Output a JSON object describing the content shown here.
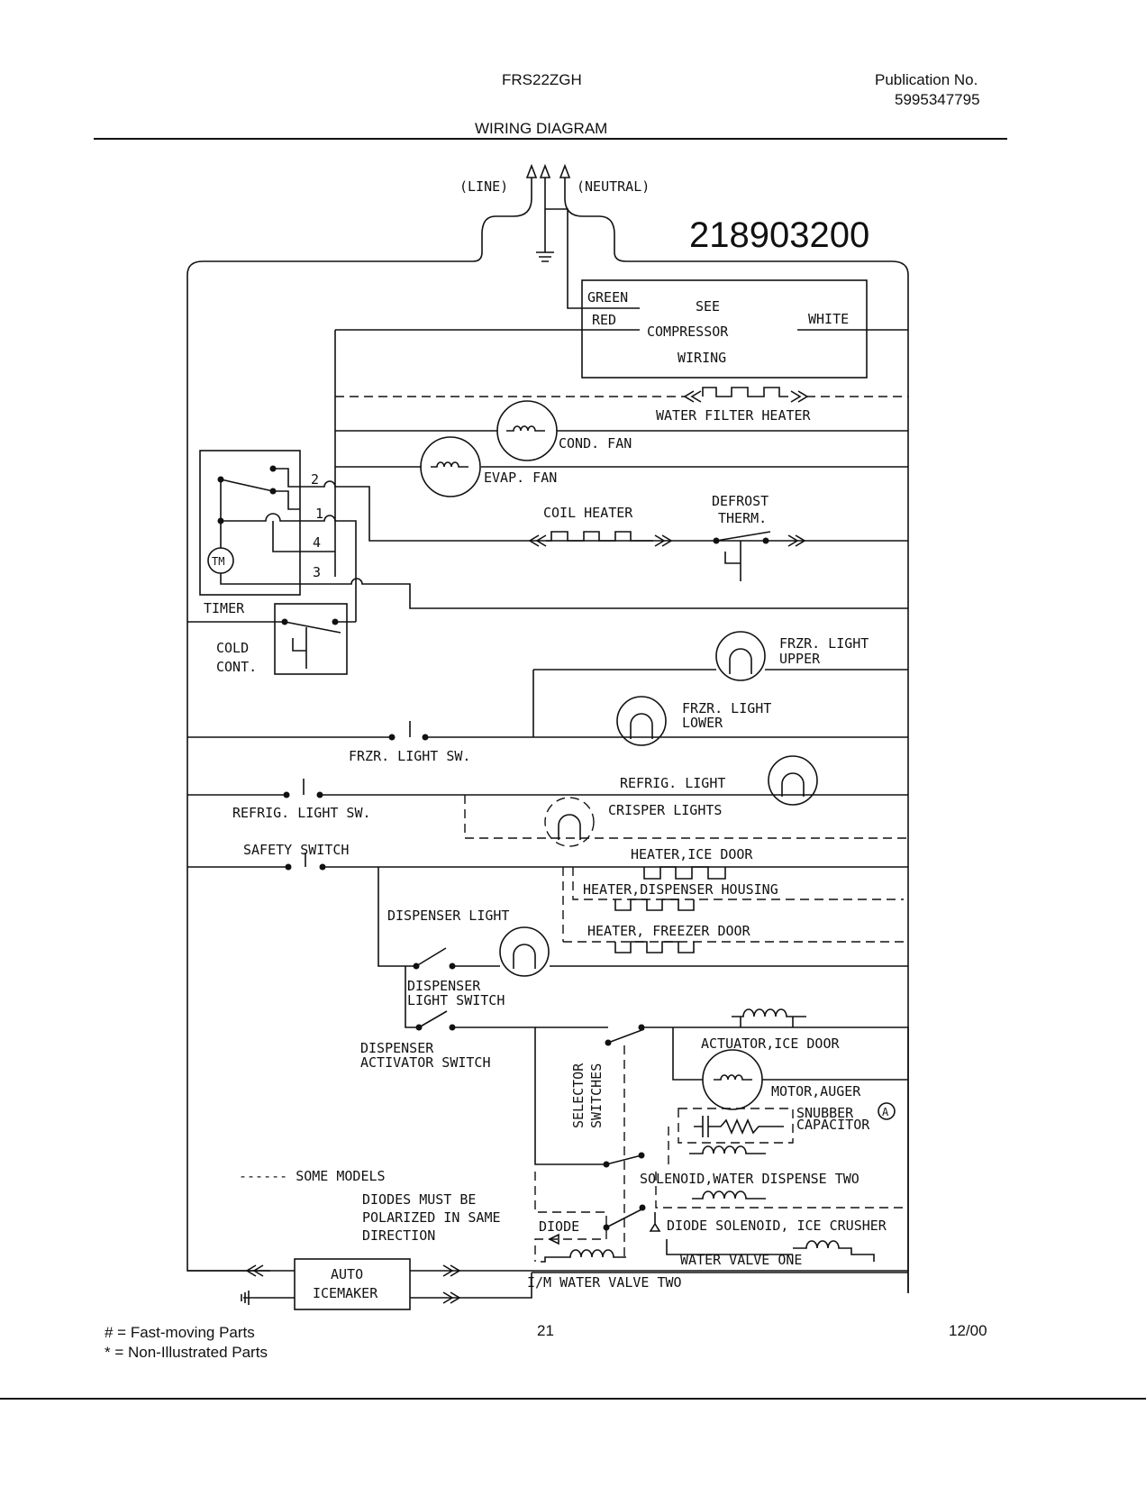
{
  "header": {
    "model": "FRS22ZGH",
    "publication_label": "Publication No.",
    "publication_number": "5995347795",
    "section_title": "WIRING DIAGRAM"
  },
  "diagram": {
    "part_number": "218903200",
    "labels": {
      "line": "(LINE)",
      "neutral": "(NEUTRAL)",
      "green": "GREEN",
      "red": "RED",
      "white": "WHITE",
      "see": "SEE",
      "compressor": "COMPRESSOR",
      "wiring": "WIRING",
      "water_filter_heater": "WATER FILTER HEATER",
      "cond_fan": "COND. FAN",
      "evap_fan": "EVAP. FAN",
      "coil_heater": "COIL HEATER",
      "defrost": "DEFROST",
      "therm": "THERM.",
      "t2": "2",
      "t1": "1",
      "t4": "4",
      "t3": "3",
      "tm": "TM",
      "timer": "TIMER",
      "cold": "COLD",
      "cont": "CONT.",
      "frzr_light": "FRZR. LIGHT",
      "upper": "UPPER",
      "lower": "LOWER",
      "frzr_light_sw": "FRZR. LIGHT SW.",
      "refrig_light": "REFRIG. LIGHT",
      "refrig_light_sw": "REFRIG. LIGHT SW.",
      "crisper_lights": "CRISPER LIGHTS",
      "safety_switch": "SAFETY SWITCH",
      "heater_ice_door": "HEATER,ICE DOOR",
      "heater_dispenser_housing": "HEATER,DISPENSER HOUSING",
      "heater_freezer_door": "HEATER, FREEZER DOOR",
      "dispenser_light": "DISPENSER LIGHT",
      "dispenser": "DISPENSER",
      "light_switch": "LIGHT SWITCH",
      "activator_switch": "ACTIVATOR SWITCH",
      "selector": "SELECTOR",
      "switches": "SWITCHES",
      "actuator_ice_door": "ACTUATOR,ICE DOOR",
      "motor_auger": "MOTOR,AUGER",
      "snubber": "SNUBBER",
      "capacitor": "CAPACITOR",
      "circle_a": "A",
      "solenoid_water_two": "SOLENOID,WATER DISPENSE TWO",
      "some_models": "------ SOME MODELS",
      "diodes_1": "DIODES MUST BE",
      "diodes_2": "POLARIZED IN SAME",
      "diodes_3": "DIRECTION",
      "diode": "DIODE",
      "diode_solenoid": "DIODE SOLENOID, ICE CRUSHER",
      "water_valve_one": "WATER VALVE ONE",
      "auto": "AUTO",
      "icemaker": "ICEMAKER",
      "im_water_valve_two": "I/M WATER VALVE TWO"
    }
  },
  "footer": {
    "legend_fast": "# = Fast-moving Parts",
    "legend_non": "* = Non-Illustrated Parts",
    "page": "21",
    "date": "12/00"
  }
}
